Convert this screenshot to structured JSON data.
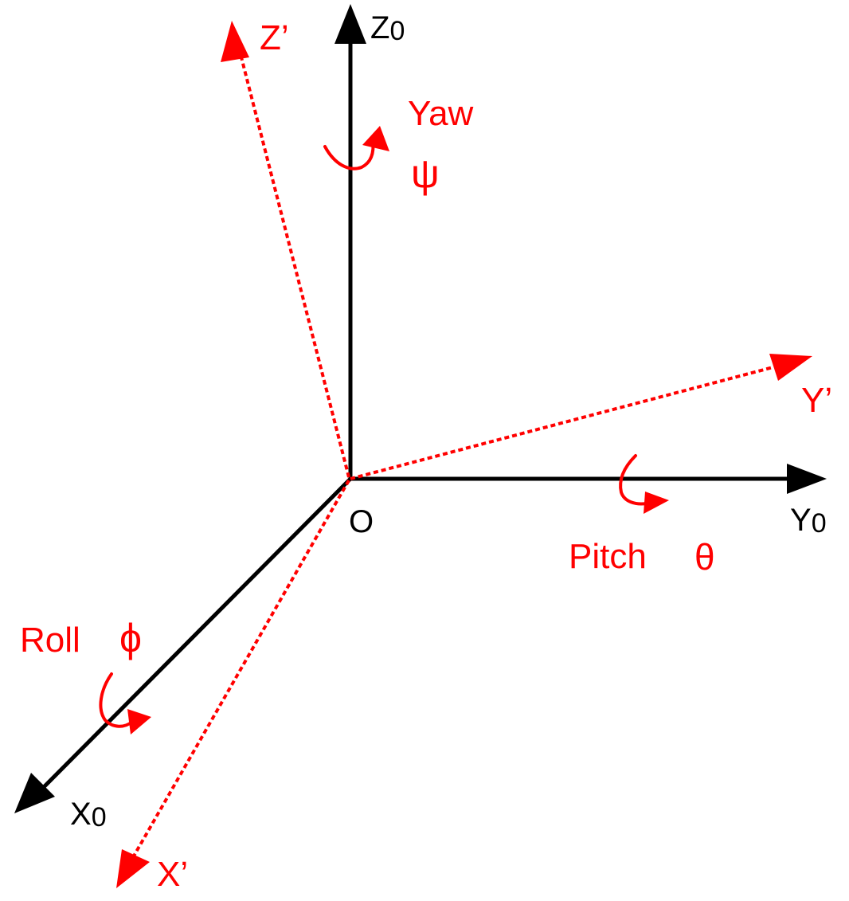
{
  "colors": {
    "world_axes": "#000000",
    "body_axes": "#ff0000",
    "rotation_labels": "#ff0000"
  },
  "labels": {
    "origin": "O",
    "x0": {
      "letter": "X",
      "sub": "0"
    },
    "y0": {
      "letter": "Y",
      "sub": "0"
    },
    "z0": {
      "letter": "Z",
      "sub": "0"
    },
    "x_prime": "X’",
    "y_prime": "Y’",
    "z_prime": "Z’",
    "yaw": "Yaw",
    "yaw_symbol": "ψ",
    "pitch": "Pitch",
    "pitch_symbol": "θ",
    "roll": "Roll",
    "roll_symbol": "ϕ"
  }
}
